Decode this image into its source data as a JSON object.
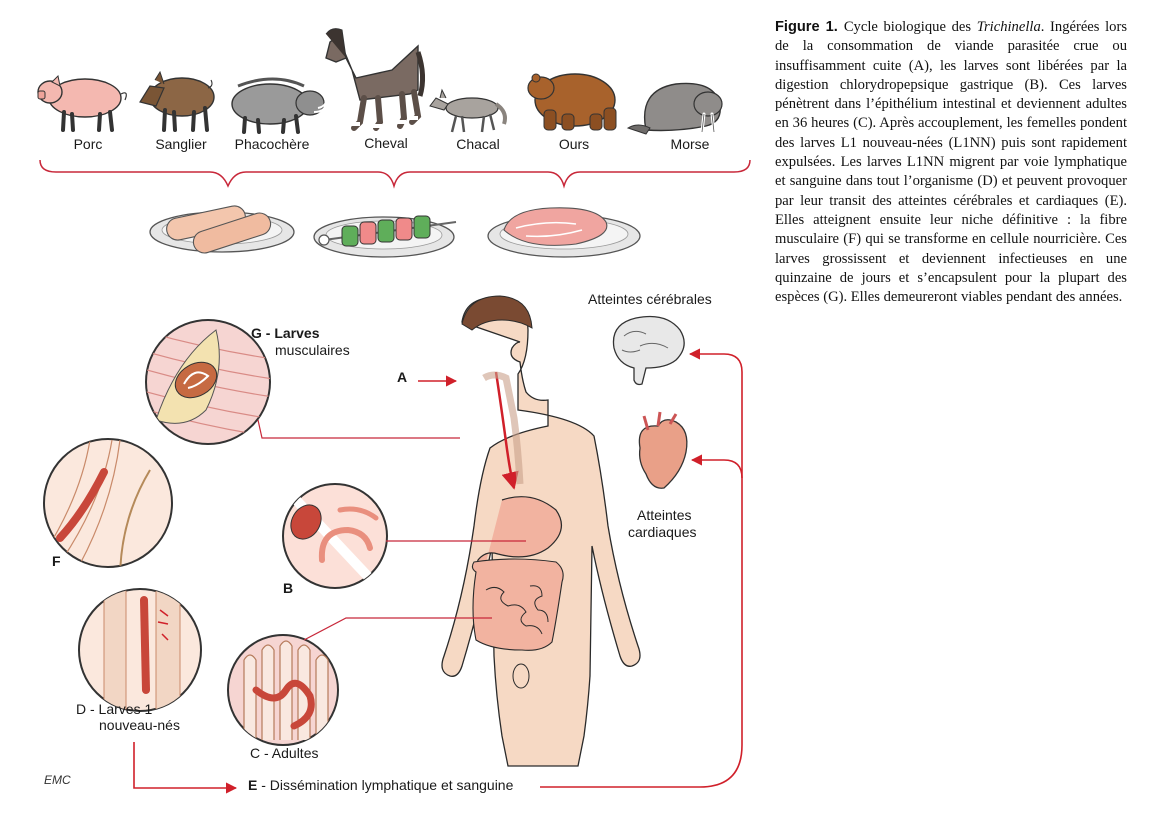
{
  "hosts": [
    {
      "label": "Porc",
      "icon": "pig-icon"
    },
    {
      "label": "Sanglier",
      "icon": "boar-icon"
    },
    {
      "label": "Phacochère",
      "icon": "warthog-icon"
    },
    {
      "label": "Cheval",
      "icon": "horse-icon"
    },
    {
      "label": "Chacal",
      "icon": "jackal-icon"
    },
    {
      "label": "Ours",
      "icon": "bear-icon"
    },
    {
      "label": "Morse",
      "icon": "walrus-icon"
    }
  ],
  "labels": {
    "a": "A",
    "b": "B",
    "c": "C - Adultes",
    "d_line1": "D - Larves 1",
    "d_line2": "nouveau-nés",
    "e_letter": "E",
    "e_text": " - Dissémination lymphatique et sanguine",
    "f": "F",
    "g_line1": "G - Larves",
    "g_line2": "musculaires",
    "brain": "Atteintes cérébrales",
    "heart_line1": "Atteintes",
    "heart_line2": "cardiaques",
    "logo": "EMC"
  },
  "caption": {
    "fig_label": "Figure 1.",
    "intro": "Cycle biologique des ",
    "genus": "Trichinella",
    "body": ". Ingérées lors de la consommation de viande parasitée crue ou insuffisamment cuite (A), les larves sont libérées par la digestion chlorydropepsique gastrique (B). Ces larves pénètrent dans l’épithélium intestinal et deviennent adultes en 36 heures (C). Après accouplement, les femelles pondent des larves L1 nouveau-nées (L1NN) puis sont rapidement expulsées. Les larves L1NN migrent par voie lymphatique et sanguine dans tout l’organisme (D) et peuvent provoquer par leur transit des atteintes cérébrales et cardiaques (E). Elles atteignent ensuite leur niche définitive : la fibre musculaire (F) qui se transforme en cellule nourricière. Ces larves grossissent et deviennent infectieuses en une quinzaine de jours et s’encapsulent pour la plupart des espèces (G). Elles demeureront viables pendant des années."
  },
  "colors": {
    "arrow": "#d0202a",
    "skin": "#f6d9c4",
    "flesh": "#e98f7e",
    "parasite": "#c8473a",
    "outline": "#2a2a2a"
  }
}
